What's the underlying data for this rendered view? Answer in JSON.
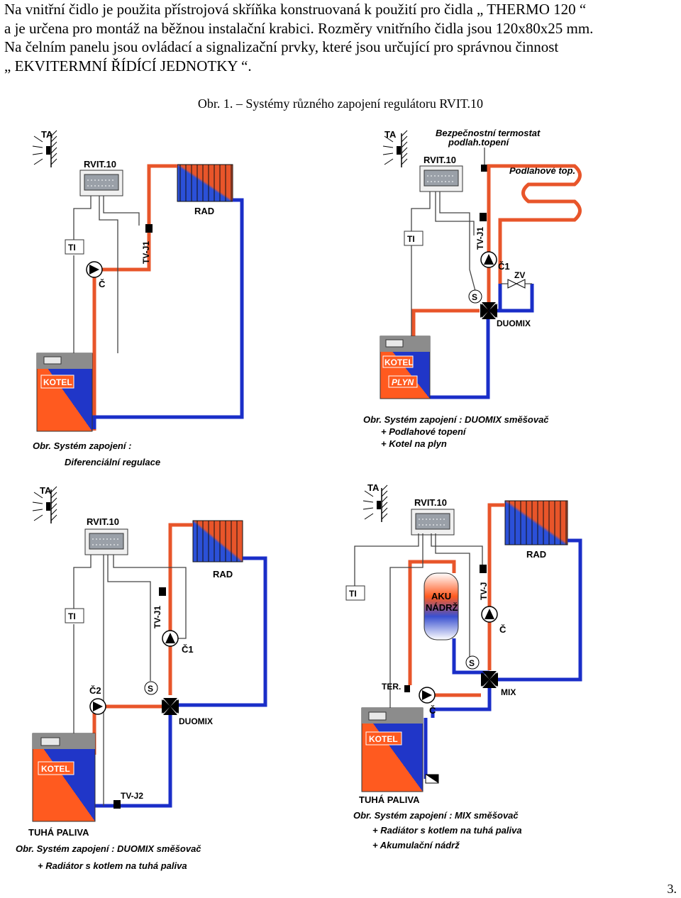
{
  "intro": {
    "line1": "Na vnitřní čidlo je použita přístrojová skříňka konstruovaná k použití pro čidla „ THERMO 120 “",
    "line2": "a je určena pro montáž na běžnou instalační krabici. Rozměry vnitřního čidla jsou 120x80x25 mm.",
    "line3": "Na čelním panelu jsou ovládací a signalizační prvky, které jsou určující pro správnou činnost",
    "line4": "„ EKVITERMNÍ ŘÍDÍCÍ JEDNOTKY “."
  },
  "figure_caption": "Obr. 1. – Systémy různého zapojení regulátoru RVIT.10",
  "page_number": "3.",
  "colors": {
    "hot": "#e8552a",
    "cold": "#1a2ec8",
    "wire": "#444444"
  },
  "diagram1": {
    "ta": "TA",
    "rvit": "RVIT.10",
    "rad": "RAD",
    "tvj1": "TV-J1",
    "ti": "TI",
    "pump": "Č",
    "kotel": "KOTEL",
    "caption1": "Obr. Systém zapojení :",
    "caption2": "Diferenciální regulace"
  },
  "diagram2": {
    "ta": "TA",
    "rvit": "RVIT.10",
    "bezp1": "Bezpečnostní termostat",
    "bezp2": "podlah.topení",
    "podlahove": "Podlahové top.",
    "tvj1": "TV-J1",
    "ti": "TI",
    "c1": "Č1",
    "zv": "ZV",
    "s": "S",
    "duomix": "DUOMIX",
    "kotel": "KOTEL",
    "plyn": "PLYN",
    "caption1": "Obr. Systém zapojení : DUOMIX směšovač",
    "caption2": "+ Podlahové topení",
    "caption3": "+ Kotel na plyn"
  },
  "diagram3": {
    "ta": "TA",
    "rvit": "RVIT.10",
    "rad": "RAD",
    "tvj1": "TV-J1",
    "ti": "TI",
    "c1": "Č1",
    "c2": "Č2",
    "s": "S",
    "duomix": "DUOMIX",
    "kotel": "KOTEL",
    "tvj2": "TV-J2",
    "tuha": "TUHÁ PALIVA",
    "caption1": "Obr. Systém zapojení : DUOMIX směšovač",
    "caption2": "+ Radiátor s kotlem na tuhá paliva"
  },
  "diagram4": {
    "ta": "TA",
    "rvit": "RVIT.10",
    "rad": "RAD",
    "ti": "TI",
    "aku1": "AKU",
    "aku2": "NÁDRŽ",
    "tvj": "TV-J",
    "c": "Č",
    "s": "S",
    "mix": "MIX",
    "ter": "TER.",
    "c_kotel": "Č",
    "kotel": "KOTEL",
    "tuha": "TUHÁ PALIVA",
    "caption1": "Obr. Systém zapojení : MIX směšovač",
    "caption2": "+ Radiátor s kotlem na tuhá paliva",
    "caption3": "+ Akumulační nádrž"
  }
}
